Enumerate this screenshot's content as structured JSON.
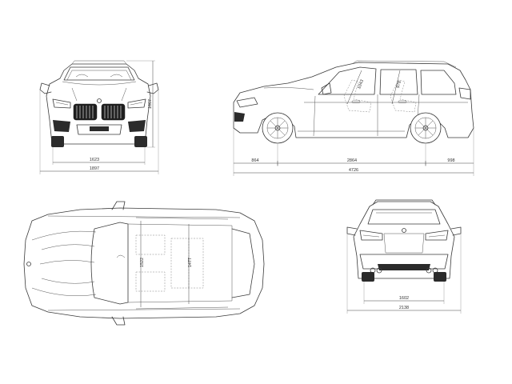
{
  "views": {
    "front": {
      "track_front": "1623",
      "width": "1897",
      "height": "1667"
    },
    "side": {
      "front_overhang": "864",
      "wheelbase": "2864",
      "rear_overhang": "998",
      "length": "4726",
      "headroom_front": "1043",
      "headroom_rear": "978"
    },
    "top": {
      "shoulder_front": "1522",
      "shoulder_rear": "1477"
    },
    "rear": {
      "track_rear": "1602",
      "width_mirrors": "2138"
    }
  }
}
